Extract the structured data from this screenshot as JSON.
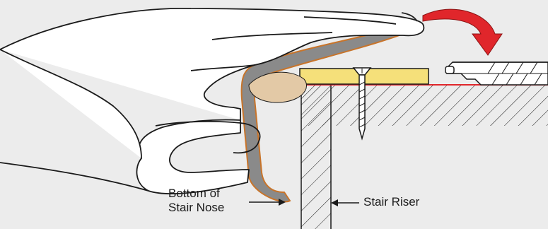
{
  "labels": {
    "bottom_of_stair_nose_line1": "Bottom of",
    "bottom_of_stair_nose_line2": "Stair Nose",
    "stair_riser": "Stair Riser"
  },
  "colors": {
    "background": "#ececec",
    "arrow_red": "#e0262b",
    "subfloor_line_red": "#e0262b",
    "underlayment_yellow": "#f5e07a",
    "nose_edge_orange": "#c8742a",
    "finger_pad": "#e3c9a6",
    "outline": "#1a1a1a",
    "glove_fill": "#ffffff"
  }
}
